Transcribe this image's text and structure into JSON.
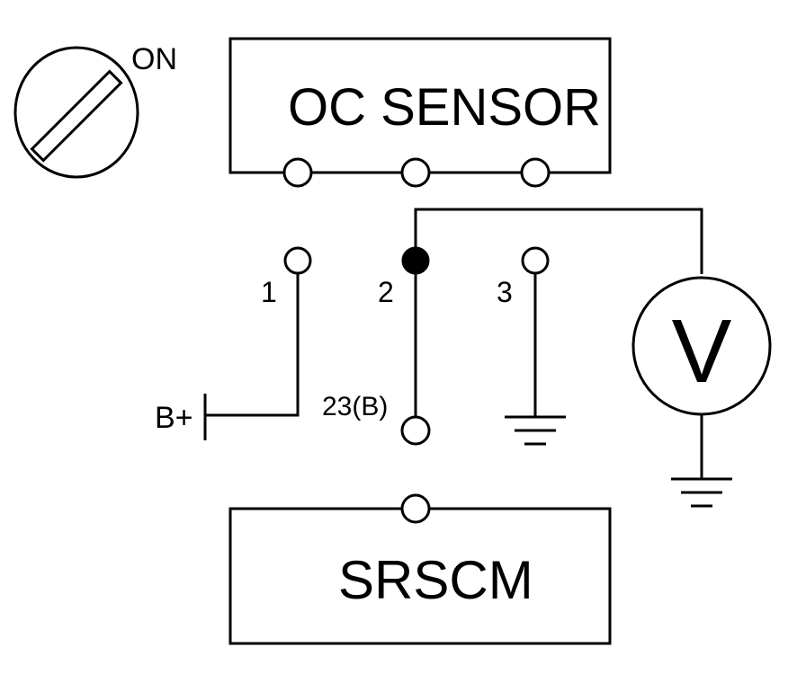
{
  "ignition_switch": {
    "position_label": "ON"
  },
  "oc_sensor": {
    "label": "OC SENSOR"
  },
  "srscm": {
    "label": "SRSCM"
  },
  "pins": {
    "pin1": "1",
    "pin2": "2",
    "pin3": "3",
    "srscm_pin": "23(B)"
  },
  "supply": {
    "label": "B+"
  },
  "voltmeter": {
    "symbol": "V"
  },
  "colors": {
    "line": "#000000",
    "background": "#ffffff"
  },
  "icons": [
    "ignition-switch-icon",
    "ground-icon",
    "voltmeter-icon",
    "terminal-icon"
  ]
}
